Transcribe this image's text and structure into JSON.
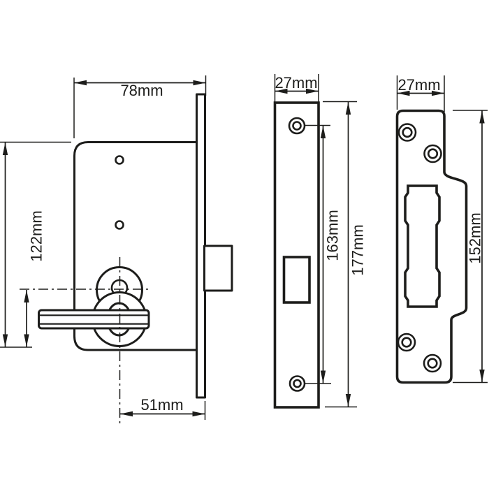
{
  "drawing": {
    "background": "#ffffff",
    "line_color": "#1d1d1b",
    "views": {
      "lock_body": {
        "width": "78mm",
        "height": "122mm",
        "backset": "51mm"
      },
      "faceplate": {
        "width": "27mm",
        "screw_centres": "163mm",
        "height": "177mm"
      },
      "strike_plate": {
        "width": "27mm",
        "height": "152mm"
      }
    }
  }
}
